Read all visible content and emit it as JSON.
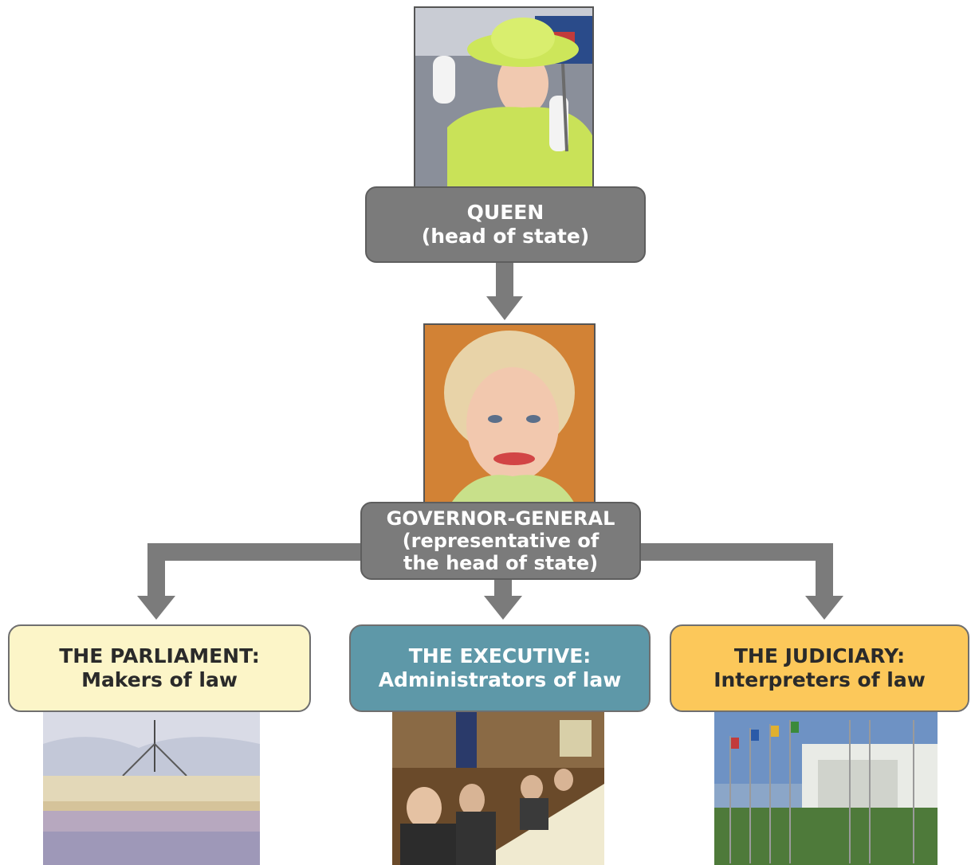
{
  "queen": {
    "title": "QUEEN",
    "subtitle": "(head of state)"
  },
  "governor_general": {
    "title": "GOVERNOR-GENERAL",
    "line2": "(representative of",
    "line3": "the head of state)"
  },
  "branches": [
    {
      "title": "THE PARLIAMENT:",
      "subtitle": "Makers of law",
      "color": "#fcf5c8",
      "text_color": "#2a2a2a"
    },
    {
      "title": "THE EXECUTIVE:",
      "subtitle": "Administrators of law",
      "color": "#5e98a8",
      "text_color": "#ffffff"
    },
    {
      "title": "THE JUDICIARY:",
      "subtitle": "Interpreters of law",
      "color": "#fcc85a",
      "text_color": "#2a2a2a"
    }
  ],
  "colors": {
    "connector": "#7b7b7b",
    "label_box": "#7b7b7b"
  }
}
